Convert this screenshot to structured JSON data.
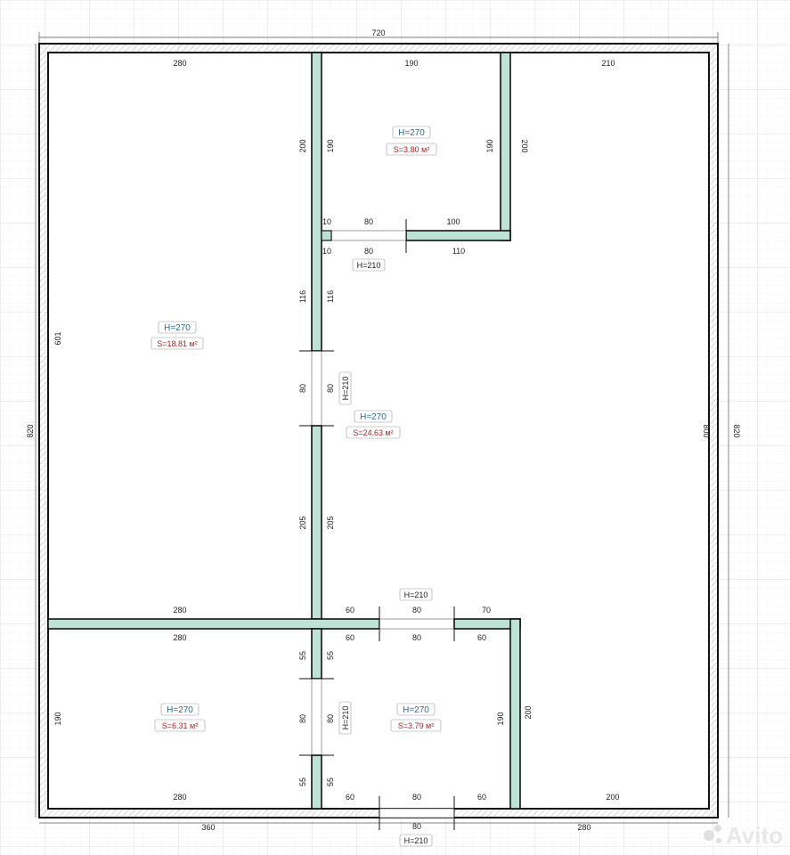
{
  "colors": {
    "grid_minor": "#ececec",
    "grid_major": "#d8d8d8",
    "outer_wall": "#e4e4e4",
    "inner_wall": "#bfe2d6",
    "wall_stroke": "#111111",
    "height_text": "#2a6a9a",
    "area_text": "#b22222"
  },
  "overall": {
    "width_top": "720",
    "height_left": "820",
    "height_right": "820",
    "bottom_left": "360",
    "bottom_right": "280",
    "inner_height_right": "800"
  },
  "rooms": [
    {
      "name": "room-large-left",
      "height": "H=270",
      "area": "S=18.81 м²"
    },
    {
      "name": "room-bathroom-top",
      "height": "H=270",
      "area": "S=3.80 м²"
    },
    {
      "name": "room-main",
      "height": "H=270",
      "area": "S=24.63 м²"
    },
    {
      "name": "room-bottom-left",
      "height": "H=270",
      "area": "S=6.31 м²"
    },
    {
      "name": "room-bottom-middle",
      "height": "H=270",
      "area": "S=3.79 м²"
    }
  ],
  "doors": {
    "bathroom_top": "H=210",
    "left_room": "H=210",
    "bottom_middle_top": "H=210",
    "bottom_left_room": "H=210",
    "entrance": "H=210"
  },
  "dims": {
    "top_left_280": "280",
    "top_mid_190": "190",
    "top_right_210": "210",
    "left_601": "601",
    "vwall_a_200": "200",
    "vwall_b_190": "190",
    "bath_right_190": "190",
    "bath_right_200": "200",
    "bath_bottom_10a": "10",
    "bath_bottom_80a": "80",
    "bath_bottom_100": "100",
    "bath_bottom_10b": "10",
    "bath_bottom_80b": "80",
    "bath_bottom_110": "110",
    "vwall_a_116": "116",
    "vwall_b_116": "116",
    "vwall_a_80": "80",
    "vwall_b_80": "80",
    "vwall_a_205": "205",
    "vwall_b_205": "205",
    "hwall_top_280": "280",
    "hwall_top_60": "60",
    "hwall_top_80": "80",
    "hwall_top_70": "70",
    "hwall_bot_280": "280",
    "hwall_bot_60": "60",
    "hwall_bot_80": "80",
    "hwall_bot_60b": "60",
    "bl_left_190": "190",
    "bl_vwall_a_55": "55",
    "bl_vwall_b_55": "55",
    "bl_vwall_a_80": "80",
    "bl_vwall_b_80": "80",
    "bl_vwall_a_55b": "55",
    "bl_vwall_b_55b": "55",
    "bm_right_190": "190",
    "bm_right_200": "200",
    "bottom_280": "280",
    "bottom_60a": "60",
    "bottom_80": "80",
    "bottom_60b": "60",
    "bottom_200": "200",
    "entrance_80": "80"
  },
  "watermark": "Avito"
}
